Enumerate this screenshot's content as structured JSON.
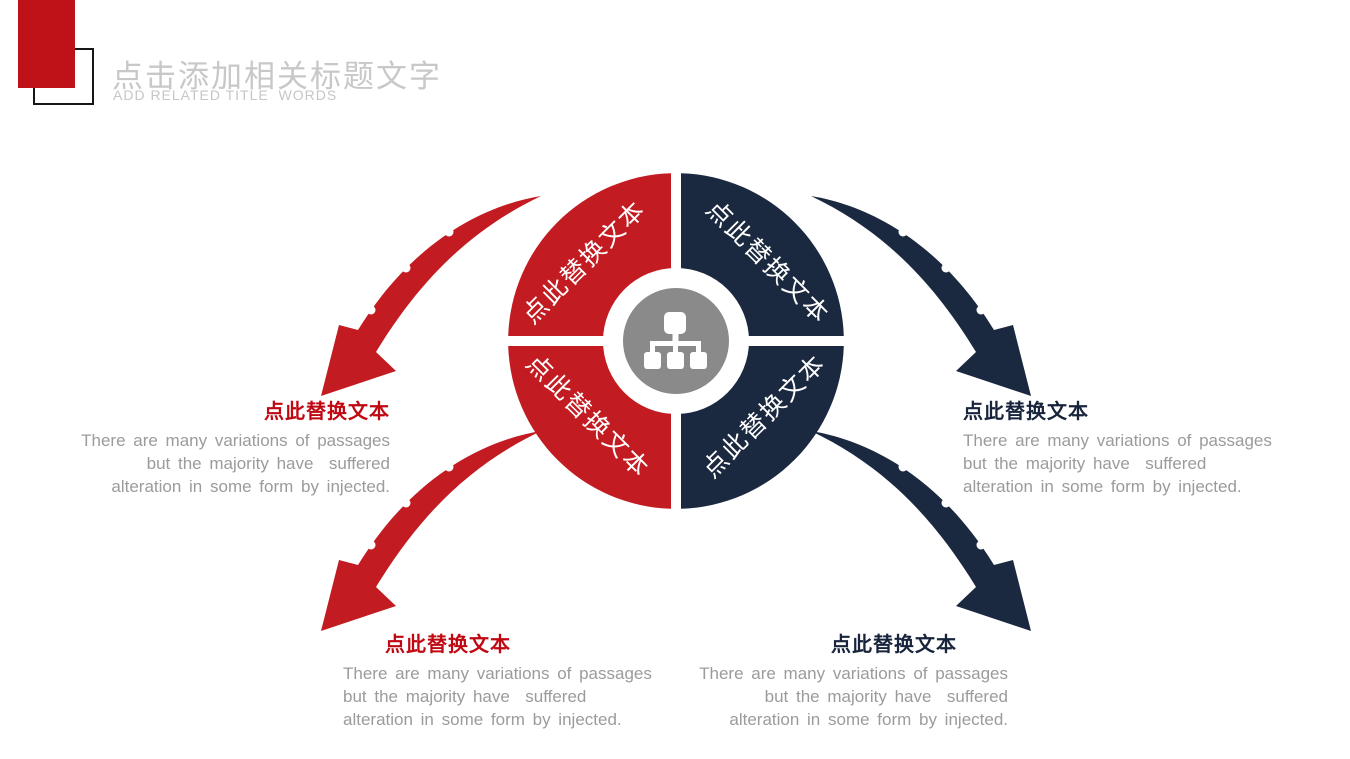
{
  "header": {
    "title": "点击添加相关标题文字",
    "subtitle": "ADD RELATED TITLE  WORDS"
  },
  "diagram": {
    "center_icon": "org-chart-icon",
    "segments": [
      {
        "position": "top-left",
        "label": "点此替换文本",
        "color": "#c21b21"
      },
      {
        "position": "top-right",
        "label": "点此替换文本",
        "color": "#1b2940"
      },
      {
        "position": "bottom-left",
        "label": "点此替换文本",
        "color": "#c21b21"
      },
      {
        "position": "bottom-right",
        "label": "点此替换文本",
        "color": "#1b2940"
      }
    ]
  },
  "callouts": [
    {
      "position": "middle-left",
      "title": "点此替换文本",
      "title_color": "#c00812",
      "lines": [
        "There are many variations of passages",
        "but the majority have  suffered",
        "alteration in some form by injected."
      ]
    },
    {
      "position": "middle-right",
      "title": "点此替换文本",
      "title_color": "#17243c",
      "lines": [
        "There are many variations of passages",
        "but the majority have  suffered",
        "alteration in some form by injected."
      ]
    },
    {
      "position": "bottom-left",
      "title": "点此替换文本",
      "title_color": "#c00812",
      "lines": [
        "There are many variations of passages",
        "but the majority have  suffered",
        "alteration in some form by injected."
      ]
    },
    {
      "position": "bottom-right",
      "title": "点此替换文本",
      "title_color": "#17243c",
      "lines": [
        "There are many variations of passages",
        "but the majority have  suffered",
        "alteration in some form by injected."
      ]
    }
  ],
  "colors": {
    "accent_red": "#c21b21",
    "accent_navy": "#1b2940",
    "brand_red": "#bf1218",
    "hub_gray": "#8a8a8a",
    "title_gray": "#c8c8c8",
    "body_gray": "#9b9b9b"
  }
}
